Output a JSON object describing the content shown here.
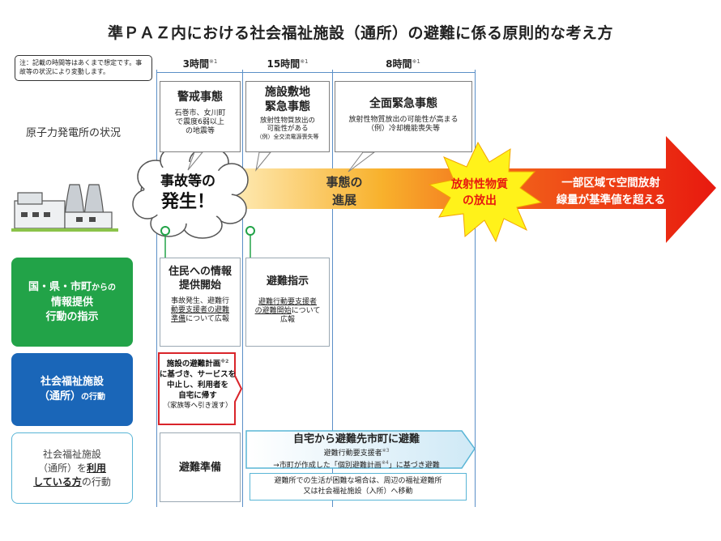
{
  "title": "準ＰＡＺ内における社会福祉施設（通所）の避難に係る原則的な考え方",
  "note": "注：記載の時間等はあくまで想定です。事故等の状況により変動します。",
  "timeline": [
    {
      "label": "3時間",
      "sup": "※1"
    },
    {
      "label": "15時間",
      "sup": "※1"
    },
    {
      "label": "8時間",
      "sup": "※1"
    }
  ],
  "row_labels": {
    "plant_status": "原子力発電所の状況",
    "gov_line1": "国・県・市町",
    "gov_small": "からの",
    "gov_line2": "情報提供",
    "gov_line3": "行動の指示",
    "facility_line1": "社会福祉施設",
    "facility_line2": "（通所）",
    "facility_small": "の行動",
    "user_line1": "社会福祉施設",
    "user_line2_pre": "（通所）を",
    "user_line2_u": "利用",
    "user_line3_u": "している方",
    "user_line3_post": "の行動"
  },
  "events": [
    {
      "title": "警戒事態",
      "desc1": "石巻市、女川町",
      "desc2": "で震度6弱以上",
      "desc3": "の地震等"
    },
    {
      "title1": "施設敷地",
      "title2": "緊急事態",
      "desc1": "放射性物質放出の",
      "desc2": "可能性がある",
      "desc3": "（例）全交流電源喪失等"
    },
    {
      "title": "全面緊急事態",
      "desc1": "放射性物質放出の可能性が高まる",
      "desc2": "（例）冷却機能喪失等"
    }
  ],
  "cloud": {
    "line1": "事故等の",
    "line2": "発生！"
  },
  "arrow": {
    "progress1": "事態の",
    "progress2": "進展",
    "burst1": "放射性物質",
    "burst2": "の放出",
    "end1": "一部区域で空間放射",
    "end2": "線量が基準値を超える"
  },
  "gov_actions": [
    {
      "title1": "住民への情報",
      "title2": "提供開始",
      "desc1": "事故発生、避難行",
      "desc2": "動要支援者の避難",
      "desc3": "準備",
      "desc3b": "について広報"
    },
    {
      "title": "避難指示",
      "desc1": "避難行動要支援者",
      "desc2": "の避難開始",
      "desc2b": "について",
      "desc3": "広報"
    }
  ],
  "facility_action": {
    "line1": "施設の避難計画",
    "line1_sup": "※2",
    "line2": "に基づき、サービスを",
    "line3": "中止し、利用者を",
    "line4": "自宅に帰す",
    "line5": "（家族等へ引き渡す）"
  },
  "user_actions": {
    "prep": "避難準備",
    "evac_title": "自宅から避難先市町に避難",
    "evac_sub1": "避難行動要支援者",
    "evac_sub1_sup": "※3",
    "evac_sub2": "→市町が作成した「個別避難計画",
    "evac_sub2_sup": "※4",
    "evac_sub2_end": "」に基づき避難",
    "note1": "避難所での生活が困難な場合は、周辺の福祉避難所",
    "note2": "又は社会福祉施設（入所）へ移動"
  },
  "colors": {
    "green": "#22a348",
    "blue": "#1a66b8",
    "red_border": "#d9242a",
    "arrow_start": "#fff4c2",
    "arrow_mid": "#f7a21b",
    "arrow_end": "#e8190f",
    "burst_fill": "#fff21a",
    "burst_text": "#e8190f",
    "grid_line": "#5b8fc7"
  }
}
